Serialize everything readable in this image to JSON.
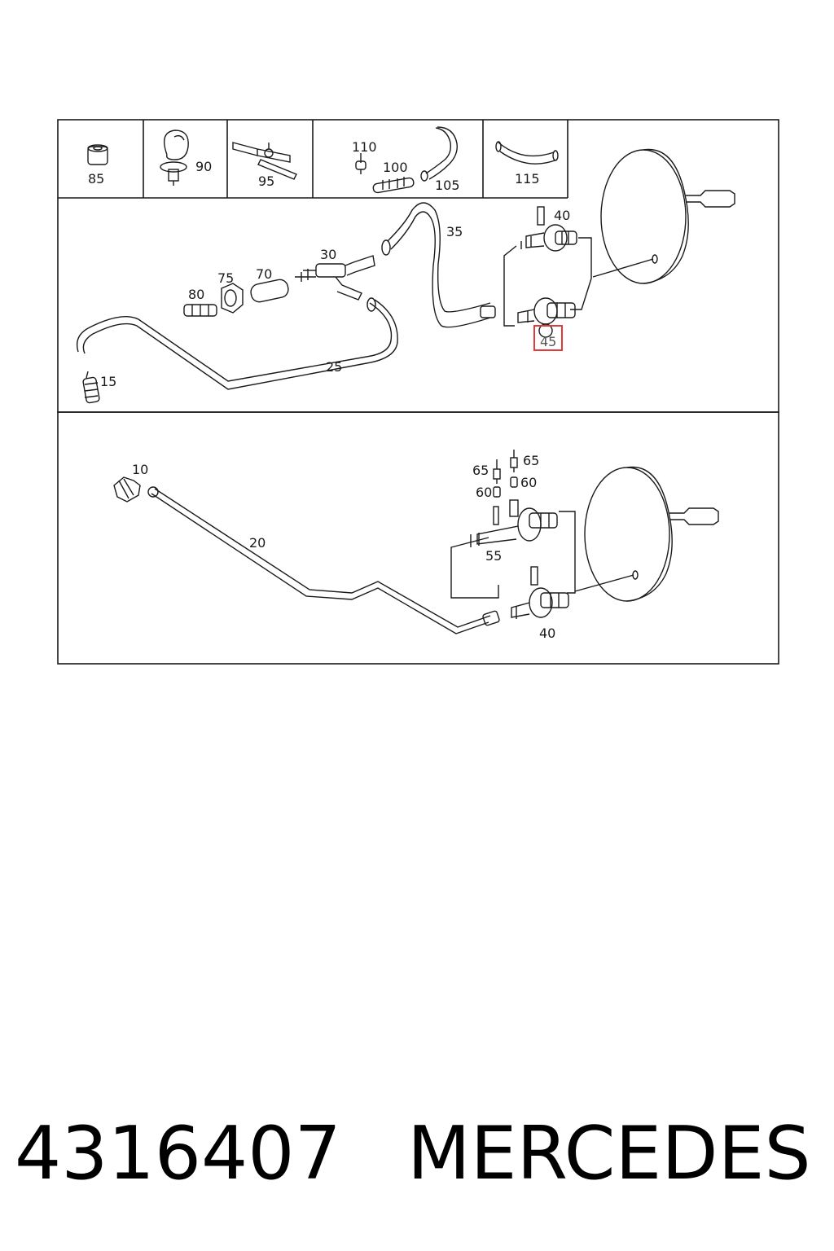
{
  "diagram": {
    "top_legend": {
      "boxes": [
        {
          "id": "box-85",
          "labels": [
            "85"
          ]
        },
        {
          "id": "box-90",
          "labels": [
            "90"
          ]
        },
        {
          "id": "box-95",
          "labels": [
            "95"
          ]
        },
        {
          "id": "box-100-110",
          "labels": [
            "110",
            "100",
            "105"
          ]
        },
        {
          "id": "box-115",
          "labels": [
            "115"
          ]
        }
      ]
    },
    "upper_panel": {
      "callouts": [
        "40",
        "35",
        "30",
        "75",
        "70",
        "80",
        "25",
        "15",
        "45"
      ],
      "highlighted_callout": "45",
      "highlight_color": "#e03a3a"
    },
    "lower_panel": {
      "callouts": [
        "10",
        "20",
        "65",
        "65",
        "60",
        "60",
        "55",
        "40"
      ]
    },
    "line_color": "#1a1a1a"
  },
  "footer": {
    "part_number": "4316407",
    "brand": "MERCEDES"
  }
}
